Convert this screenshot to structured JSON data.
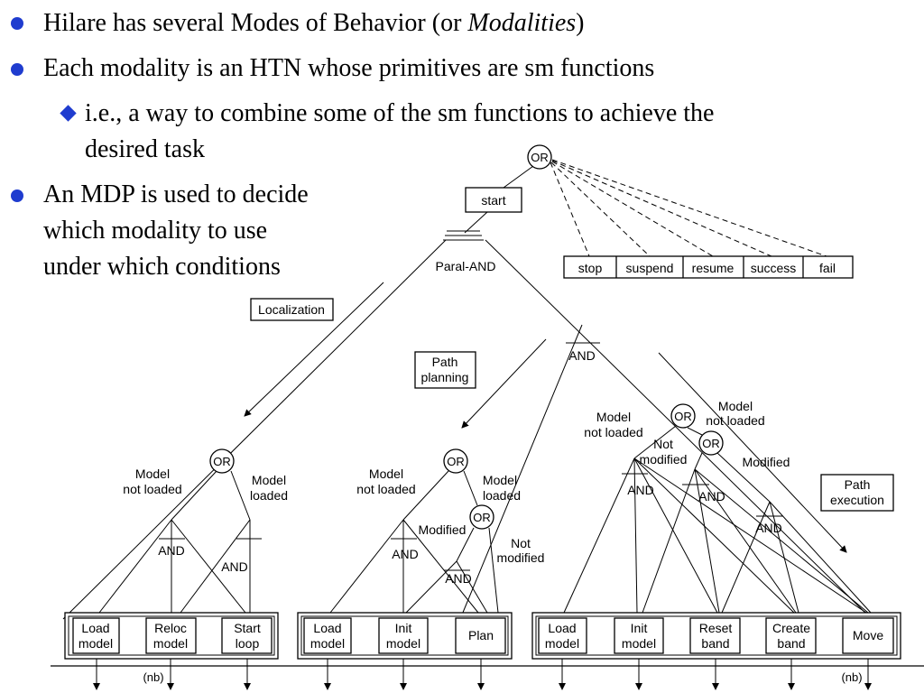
{
  "slide": {
    "bullets": [
      {
        "pre": "Hilare has several Modes of Behavior (or ",
        "em": "Modalities",
        "post": ")"
      },
      {
        "text": "Each modality is an HTN whose primitives are sm functions"
      },
      {
        "line1": "i.e., a way to combine some of the sm functions to achieve the",
        "line2": "desired task"
      },
      {
        "line1": "An MDP is used to decide",
        "line2": "which modality to use",
        "line3": "under which conditions"
      }
    ],
    "bullet_color": "#1f3ccf"
  },
  "diagram": {
    "top_or": "OR",
    "start": "start",
    "paral_and": "Paral-AND",
    "controls": [
      "stop",
      "suspend",
      "resume",
      "success",
      "fail"
    ],
    "localization": "Localization",
    "path_planning": [
      "Path",
      "planning"
    ],
    "path_execution": [
      "Path",
      "execution"
    ],
    "and_label": "AND",
    "or_label": "OR",
    "model_not_loaded": [
      "Model",
      "not loaded"
    ],
    "model_loaded": [
      "Model",
      "loaded"
    ],
    "modified": "Modified",
    "not_modified": [
      "Not",
      "modified"
    ],
    "nb": "(nb)",
    "group1": [
      [
        "Load",
        "model"
      ],
      [
        "Reloc",
        "model"
      ],
      [
        "Start",
        "loop"
      ]
    ],
    "group2": [
      [
        "Load",
        "model"
      ],
      [
        "Init",
        "model"
      ],
      [
        "Plan"
      ]
    ],
    "group3": [
      [
        "Load",
        "model"
      ],
      [
        "Init",
        "model"
      ],
      [
        "Reset",
        "band"
      ],
      [
        "Create",
        "band"
      ],
      [
        "Move"
      ]
    ]
  }
}
